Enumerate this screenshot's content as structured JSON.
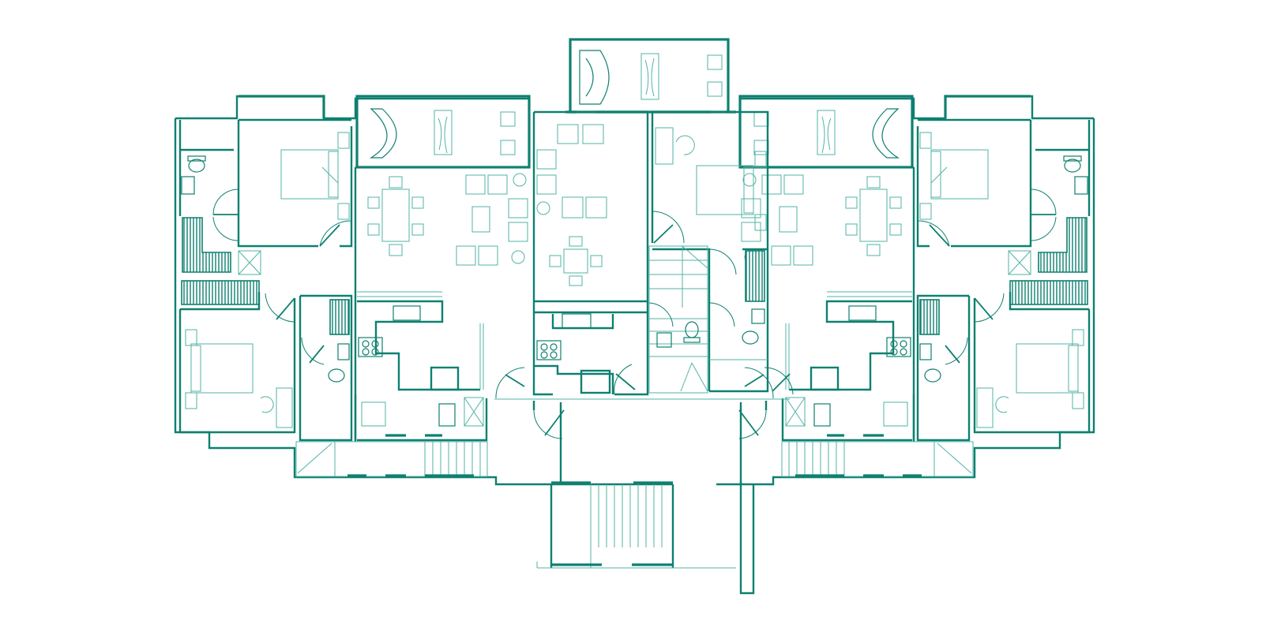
{
  "colors": {
    "primary": "#0e8070",
    "light": "#52b3a5",
    "background": "#ffffff"
  },
  "plan": {
    "units": [
      {
        "id": "unit-left",
        "rooms": [
          "bedroom",
          "bedroom",
          "bathroom",
          "living-room",
          "kitchen",
          "balcony"
        ]
      },
      {
        "id": "unit-center",
        "rooms": [
          "living-room",
          "dining",
          "kitchen",
          "bedroom",
          "bathroom",
          "stair"
        ]
      },
      {
        "id": "unit-right",
        "rooms": [
          "bedroom",
          "bedroom",
          "bathroom",
          "living-room",
          "kitchen",
          "balcony"
        ]
      }
    ]
  }
}
